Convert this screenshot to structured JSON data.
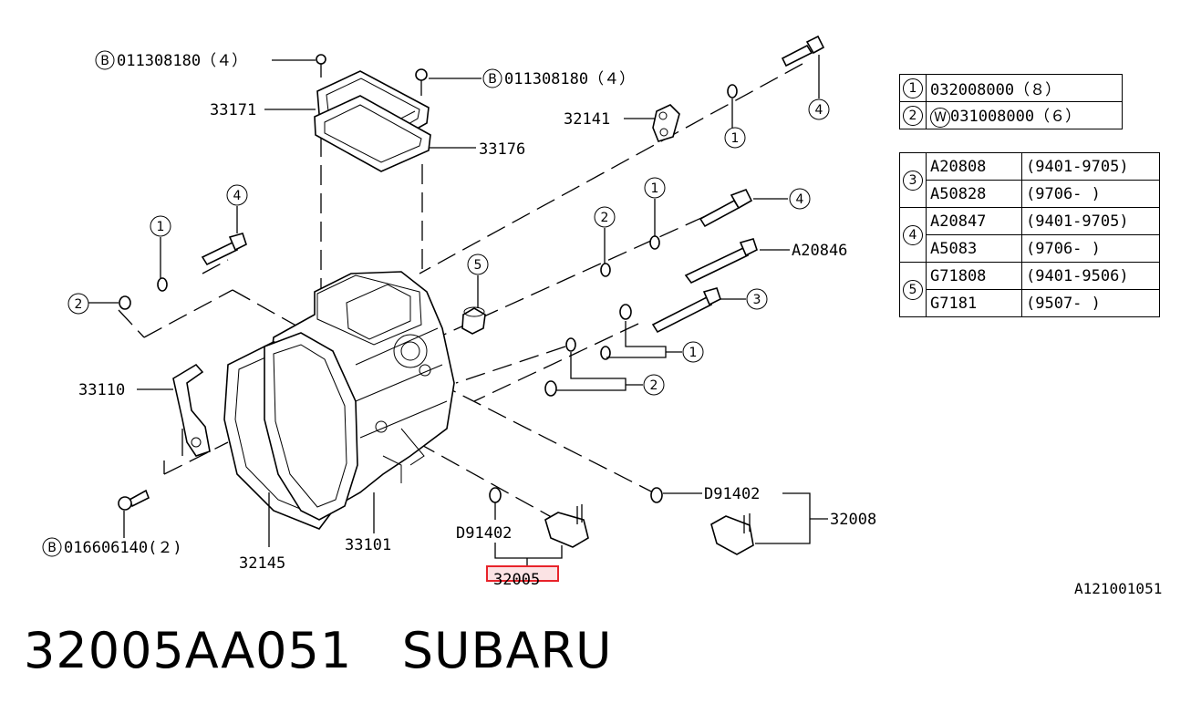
{
  "callouts": {
    "bolt_b_top_left": "011308180（４）",
    "bolt_b_top_right": "011308180（４）",
    "bolt_b_bottom": "016606140(２)",
    "b_mark": "B",
    "p33171": "33171",
    "p33176": "33176",
    "p32141": "32141",
    "p33110": "33110",
    "p32145": "32145",
    "p33101": "33101",
    "pD91402_left": "D91402",
    "pD91402_right": "D91402",
    "p32008": "32008",
    "pA20846": "A20846",
    "p32005": "32005",
    "n1": "1",
    "n2": "2",
    "n3": "3",
    "n4": "4",
    "n5": "5"
  },
  "table1": {
    "rows": [
      {
        "num": "1",
        "prefix": "",
        "value": "032008000（８）"
      },
      {
        "num": "2",
        "prefix": "W",
        "value": "031008000（６）"
      }
    ]
  },
  "table2": {
    "groups": [
      {
        "num": "3",
        "rows": [
          {
            "part": "A20808",
            "date": "(9401-9705)"
          },
          {
            "part": "A50828",
            "date": "(9706-      )"
          }
        ]
      },
      {
        "num": "4",
        "rows": [
          {
            "part": "A20847",
            "date": "(9401-9705)"
          },
          {
            "part": "A5083",
            "date": "(9706-      )"
          }
        ]
      },
      {
        "num": "5",
        "rows": [
          {
            "part": "G71808",
            "date": "(9401-9506)"
          },
          {
            "part": "G7181",
            "date": "(9507-      )"
          }
        ]
      }
    ]
  },
  "reference": "A121001051",
  "caption": "32005AA051   SUBARU",
  "colors": {
    "highlight": "#e8232a",
    "highlight_fill": "#fbe3e4",
    "ink": "#000000"
  }
}
